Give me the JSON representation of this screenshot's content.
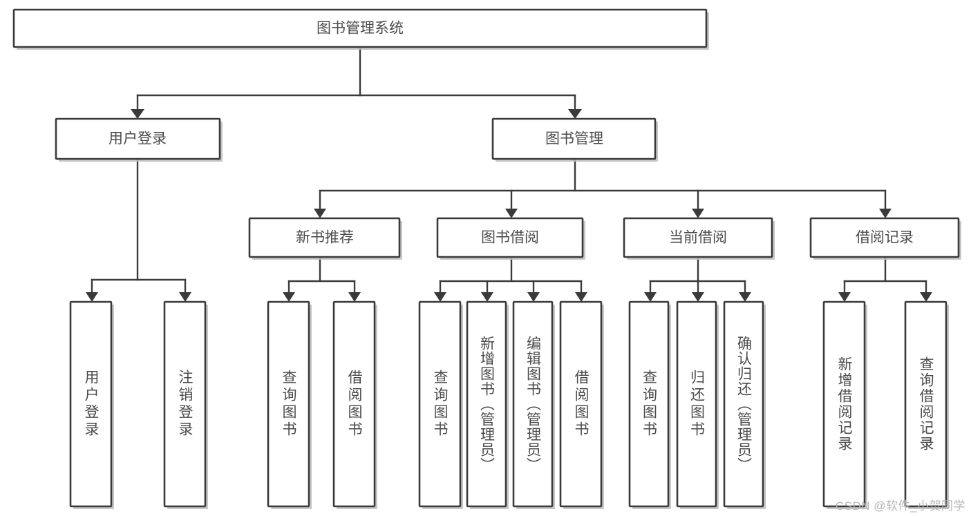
{
  "diagram": {
    "title": "图书管理系统",
    "type": "tree",
    "orientation": "top-down",
    "watermark": "CSDN @软件_小贺同学",
    "colors": {
      "background": "#ffffff",
      "box_stroke": "#3a3a3a",
      "box_fill": "#ffffff",
      "connector": "#3a3a3a",
      "text": "#4a4a4a",
      "watermark": "#b5b5b5",
      "shadow": "#bdbdbd"
    },
    "root": {
      "label": "图书管理系统",
      "children": [
        {
          "label": "用户登录",
          "children": [
            {
              "label": "用户登录"
            },
            {
              "label": "注销登录"
            }
          ]
        },
        {
          "label": "图书管理",
          "children": [
            {
              "label": "新书推荐",
              "children": [
                {
                  "label": "查询图书"
                },
                {
                  "label": "借阅图书"
                }
              ]
            },
            {
              "label": "图书借阅",
              "children": [
                {
                  "label": "查询图书"
                },
                {
                  "label": "新增图书（管理员）"
                },
                {
                  "label": "编辑图书（管理员）"
                },
                {
                  "label": "借阅图书"
                }
              ]
            },
            {
              "label": "当前借阅",
              "children": [
                {
                  "label": "查询图书"
                },
                {
                  "label": "归还图书"
                },
                {
                  "label": "确认归还（管理员）"
                }
              ]
            },
            {
              "label": "借阅记录",
              "children": [
                {
                  "label": "新增借阅记录"
                },
                {
                  "label": "查询借阅记录"
                }
              ]
            }
          ]
        }
      ]
    },
    "nodes": {
      "root": "图书管理系统",
      "l2_user_login": "用户登录",
      "l2_book_mgmt": "图书管理",
      "l3_new_book": "新书推荐",
      "l3_borrow": "图书借阅",
      "l3_current": "当前借阅",
      "l3_record": "借阅记录",
      "leaf_user_login": "用户登录",
      "leaf_logout": "注销登录",
      "leaf_nb_query": "查询图书",
      "leaf_nb_borrow": "借阅图书",
      "leaf_bb_query": "查询图书",
      "leaf_bb_add": "新增图书（管理员）",
      "leaf_bb_edit": "编辑图书（管理员）",
      "leaf_bb_borrow": "借阅图书",
      "leaf_cb_query": "查询图书",
      "leaf_cb_return": "归还图书",
      "leaf_cb_confirm": "确认归还（管理员）",
      "leaf_rec_add": "新增借阅记录",
      "leaf_rec_query": "查询借阅记录"
    }
  }
}
